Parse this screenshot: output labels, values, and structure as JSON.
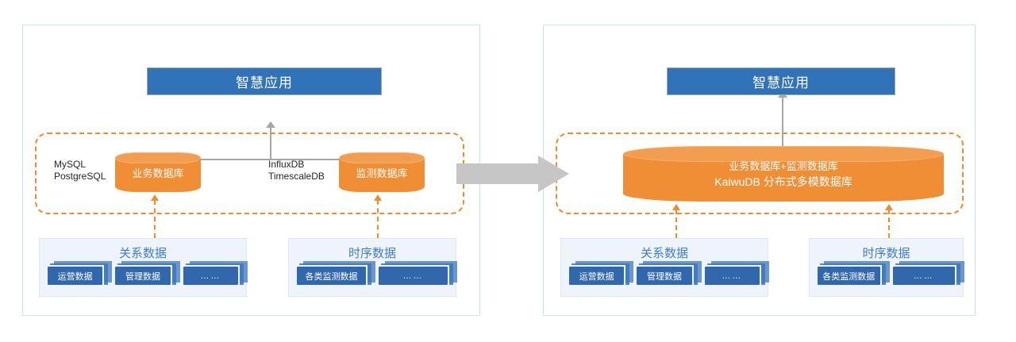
{
  "diagram": {
    "left_panel": {
      "app": {
        "label": "智慧应用"
      },
      "zone": {
        "databases": [
          {
            "name": "业务数据库",
            "tech": "MySQL\nPostgreSQL"
          },
          {
            "name": "监测数据库",
            "tech": "InfluxDB\nTimescaleDB"
          }
        ]
      },
      "data_groups": [
        {
          "title": "关系数据",
          "cards": [
            "运营数据",
            "管理数据",
            "……"
          ]
        },
        {
          "title": "时序数据",
          "cards": [
            "各类监测数据",
            "……"
          ]
        }
      ]
    },
    "transition_arrow": {
      "name": "right-arrow"
    },
    "right_panel": {
      "app": {
        "label": "智慧应用"
      },
      "zone": {
        "database": {
          "line1": "业务数据库+监测数据库",
          "line2": "KaiwuDB 分布式多模数据库"
        }
      },
      "data_groups": [
        {
          "title": "关系数据",
          "cards": [
            "运营数据",
            "管理数据",
            "……"
          ]
        },
        {
          "title": "时序数据",
          "cards": [
            "各类监测数据",
            "……"
          ]
        }
      ]
    },
    "colors": {
      "app_blue": "#3173b8",
      "database_orange": "#ef8e35",
      "dashed_orange": "#ef8b2c",
      "panel_border": "#cfe2f7",
      "group_bg": "#eef3fc",
      "card_blue": "#3067ad",
      "connector_gray": "#a6a6a6",
      "arrow_gray": "#c6c6c6"
    }
  }
}
